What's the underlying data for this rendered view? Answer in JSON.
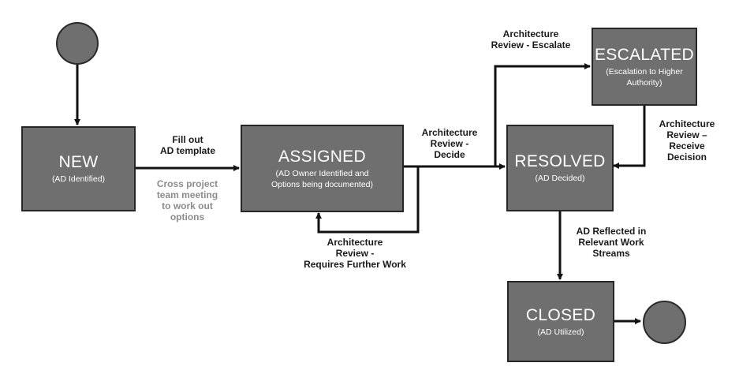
{
  "states": {
    "new": {
      "title": "NEW",
      "subtitle": "(AD Identified)"
    },
    "assigned": {
      "title": "ASSIGNED",
      "subtitle": "(AD Owner Identified and\nOptions being documented)"
    },
    "escalated": {
      "title": "ESCALATED",
      "subtitle": "(Escalation to Higher\nAuthority)"
    },
    "resolved": {
      "title": "RESOLVED",
      "subtitle": "(AD Decided)"
    },
    "closed": {
      "title": "CLOSED",
      "subtitle": "(AD Utilized)"
    }
  },
  "transitions": {
    "fill_out": "Fill out\nAD template",
    "cross_project": "Cross project\nteam meeting\nto work out\noptions",
    "review_decide": "Architecture\nReview -\nDecide",
    "review_escalate": "Architecture\nReview - Escalate",
    "review_receive": "Architecture\nReview –\nReceive\nDecision",
    "review_further": "Architecture\nReview -\nRequires Further Work",
    "ad_reflected": "AD Reflected in\nRelevant Work\nStreams"
  },
  "colors": {
    "state_fill": "#6f6f6f",
    "state_border": "#262626",
    "state_text": "#ffffff",
    "label_text": "#1a1a1a",
    "muted_label_text": "#8c8c8c",
    "arrow": "#111111"
  }
}
